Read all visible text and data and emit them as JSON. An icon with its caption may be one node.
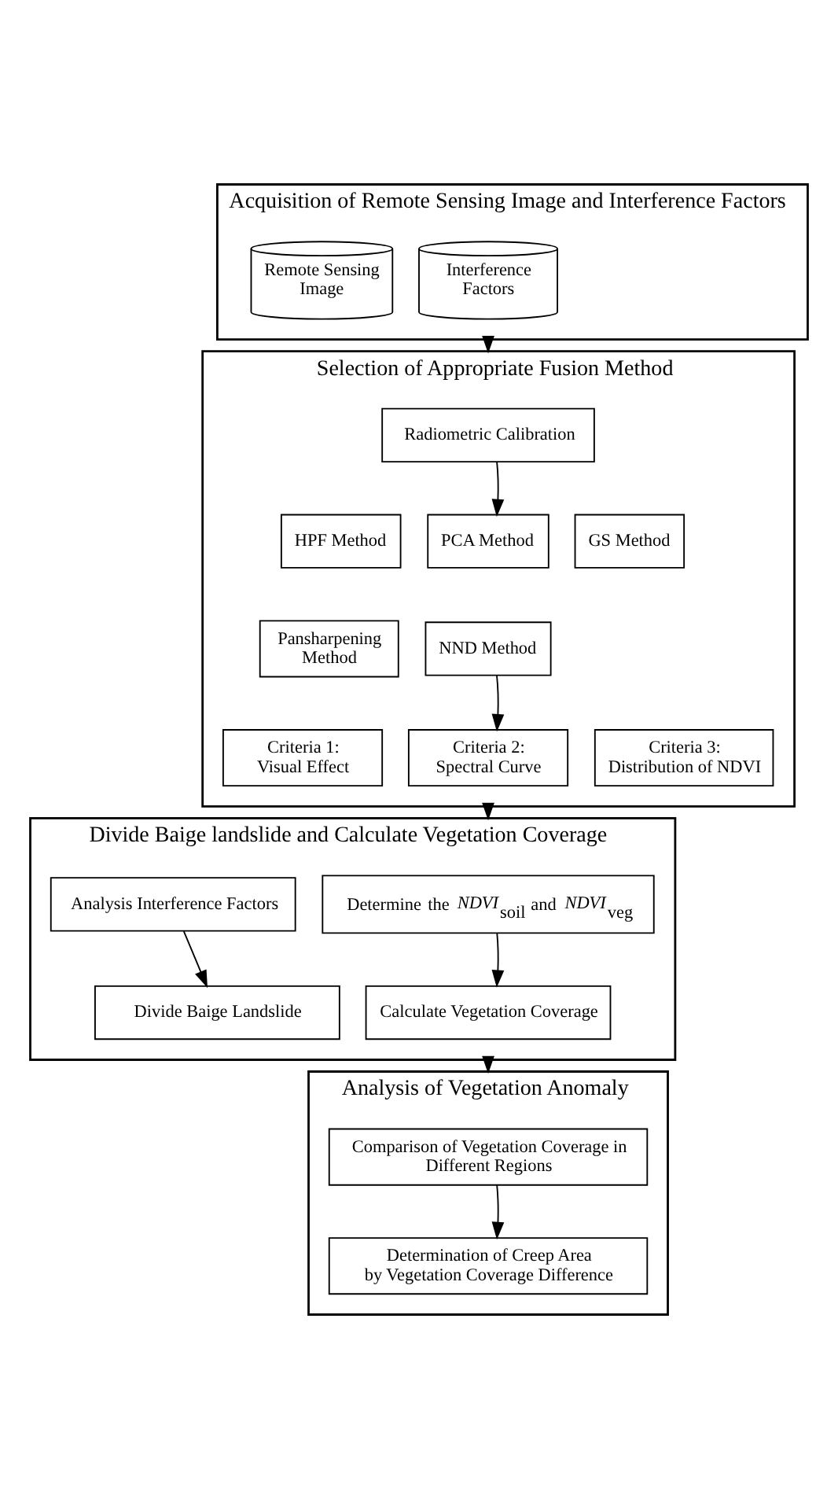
{
  "diagram": {
    "nodes": [
      {
        "text": [
          "Acquisition of Remote Sensing Image and Interference Factors"
        ]
      },
      {
        "text": [
          "Remote Sensing Image"
        ],
        "in": 0
      },
      {
        "text": [
          "Interference Factors"
        ],
        "in": 0
      },
      {
        "text": [
          "Selection of Appropriate Fusion Method"
        ]
      },
      {
        "text": [
          "Radiometric Calibration"
        ],
        "in": 3
      },
      {
        "text": [
          "HPF Method"
        ],
        "in": 3
      },
      {
        "text": [
          "PCA Method"
        ],
        "in": 3
      },
      {
        "text": [
          "GS Method"
        ],
        "in": 3
      },
      {
        "text": [
          "Pansharpening Method"
        ],
        "in": 3
      },
      {
        "text": [
          "NND Method"
        ],
        "in": 3
      },
      {
        "text": [
          "Criteria 1: Visual Effect"
        ],
        "in": 3
      },
      {
        "text": [
          "Criteria 2: Spectral Curve"
        ],
        "in": 3
      },
      {
        "text": [
          "Criteria 3: Distribution of NDVI"
        ],
        "in": 3
      },
      {
        "text": [
          "Divide Baige landslide and Calculate Vegetation Coverage"
        ]
      },
      {
        "text": [
          "Analysis Interference Factors"
        ],
        "in": 13
      },
      {
        "text": [
          "Determine the *NDVI*$_{soil}$ and *NDVI*$_{veg}$"
        ],
        "in": 13
      },
      {
        "text": [
          "Divide Baige Landslide"
        ],
        "in": 13
      },
      {
        "text": [
          "Calculate Vegetation Coverage"
        ],
        "in": 13
      },
      {
        "text": [
          "Analysis of Vegetation Anomaly"
        ]
      },
      {
        "text": [
          "Comparison of Vegetation Coverage in Different Regions"
        ],
        "in": 18
      },
      {
        "text": [
          "Determination of Creep Area by Vegetation Coverage Difference"
        ],
        "in": 18
      }
    ],
    "edges": [
      {
        "from": 0,
        "to": 3,
        "arrow": "to"
      },
      {
        "from": 4,
        "to": 6,
        "arrow": "to"
      },
      {
        "from": 9,
        "to": 11,
        "arrow": "to"
      },
      {
        "from": 3,
        "to": 13,
        "arrow": "to"
      },
      {
        "from": 14,
        "to": 16,
        "arrow": "to"
      },
      {
        "from": 15,
        "to": 17,
        "arrow": "to"
      },
      {
        "from": 13,
        "to": 18,
        "arrow": "to"
      },
      {
        "from": 19,
        "to": 20,
        "arrow": "to"
      }
    ]
  }
}
